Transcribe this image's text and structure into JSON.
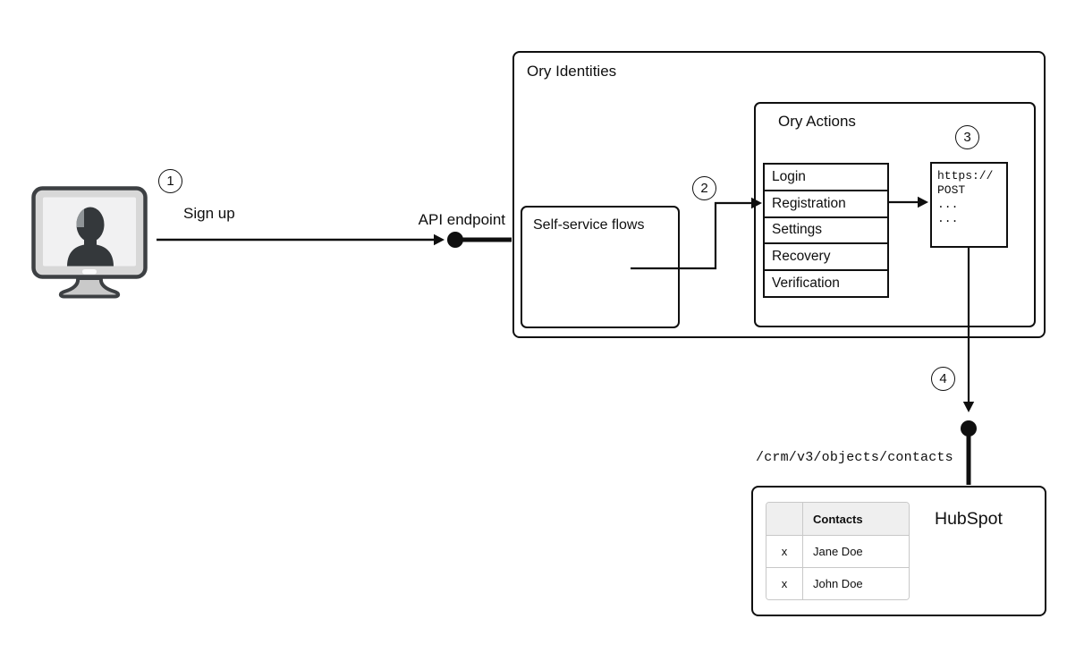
{
  "labels": {
    "sign_up": "Sign up",
    "api_endpoint": "API endpoint",
    "ory_identities": "Ory Identities",
    "self_service_flows": "Self-service flows",
    "ory_actions": "Ory Actions",
    "hubspot": "HubSpot",
    "crm_path": "/crm/v3/objects/contacts"
  },
  "steps": [
    "1",
    "2",
    "3",
    "4"
  ],
  "flows": [
    "Login",
    "Registration",
    "Settings",
    "Recovery",
    "Verification"
  ],
  "code_box": {
    "lines": [
      "https://",
      "POST",
      "...",
      "..."
    ]
  },
  "contacts_table": {
    "header_action": "",
    "header_name": "Contacts",
    "rows": [
      {
        "action": "x",
        "name": "Jane Doe"
      },
      {
        "action": "x",
        "name": "John Doe"
      }
    ]
  },
  "icons": {
    "user_computer": "monitor-with-user-silhouette-icon",
    "endpoint_dots": "filled-endpoint-connector-dot"
  },
  "colors": {
    "line": "#0f0f0f",
    "box_border": "#0f0f0f",
    "table_header_bg": "#efefef",
    "table_border": "#c8c8c8",
    "monitor_frame": "#d8d8d8",
    "monitor_screen": "#f1f1f2",
    "silhouette": "#34383b",
    "stand": "#c9c9c9"
  }
}
